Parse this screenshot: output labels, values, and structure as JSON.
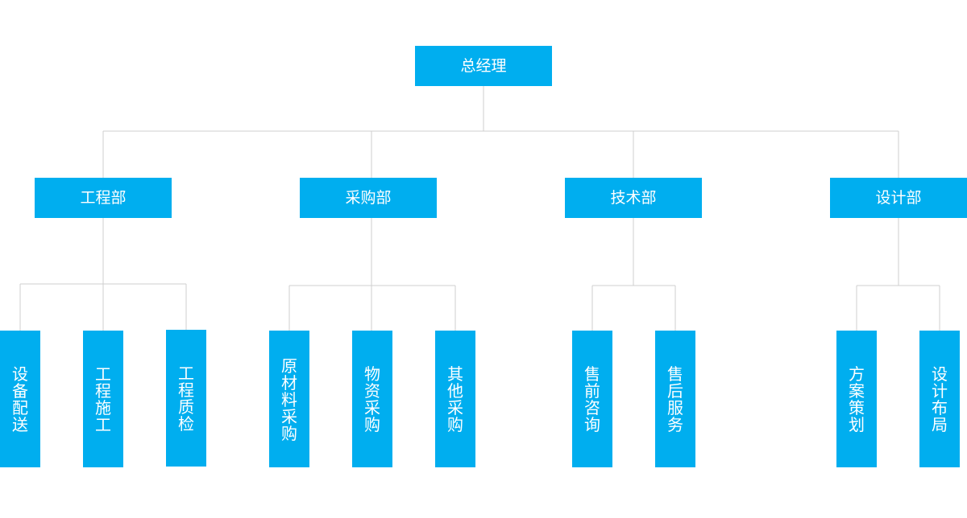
{
  "theme": {
    "node_color": "#00aeef",
    "line_color": "#cfcfcf",
    "text_color": "#ffffff"
  },
  "root": {
    "label": "总经理"
  },
  "departments": [
    {
      "label": "工程部",
      "children": [
        "设备配送",
        "工程施工",
        "工程质检"
      ]
    },
    {
      "label": "采购部",
      "children": [
        "原材料采购",
        "物资采购",
        "其他采购"
      ]
    },
    {
      "label": "技术部",
      "children": [
        "售前咨询",
        "售后服务"
      ]
    },
    {
      "label": "设计部",
      "children": [
        "方案策划",
        "设计布局"
      ]
    }
  ]
}
